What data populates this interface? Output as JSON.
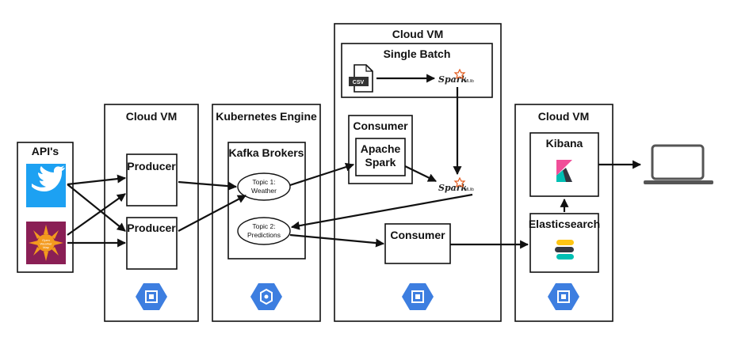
{
  "apis": {
    "title": "API's",
    "twitter_icon": "twitter-bird-icon",
    "weather_icon": "sun-weather-icon",
    "weather_logo_text": "Open Weather Map"
  },
  "producer_vm": {
    "title": "Cloud VM",
    "producer1": "Producer",
    "producer2": "Producer",
    "icon": "compute-engine-icon"
  },
  "kubernetes": {
    "title": "Kubernetes Engine",
    "brokers_title": "Kafka Brokers",
    "topic1_line1": "Topic 1:",
    "topic1_line2": "Weather",
    "topic2_line1": "Topic 2:",
    "topic2_line2": "Predictions",
    "icon": "kubernetes-engine-icon"
  },
  "spark_vm": {
    "title": "Cloud VM",
    "single_batch": "Single Batch",
    "csv_label": "CSV",
    "spark_label": "Spark",
    "mllib_label": "MLlib",
    "consumer_title": "Consumer",
    "apache_spark_line1": "Apache",
    "apache_spark_line2": "Spark",
    "consumer2": "Consumer",
    "icon": "compute-engine-icon"
  },
  "elk_vm": {
    "title": "Cloud VM",
    "kibana": "Kibana",
    "elasticsearch": "Elasticsearch",
    "icon": "compute-engine-icon"
  },
  "client": {
    "icon": "laptop-icon"
  }
}
